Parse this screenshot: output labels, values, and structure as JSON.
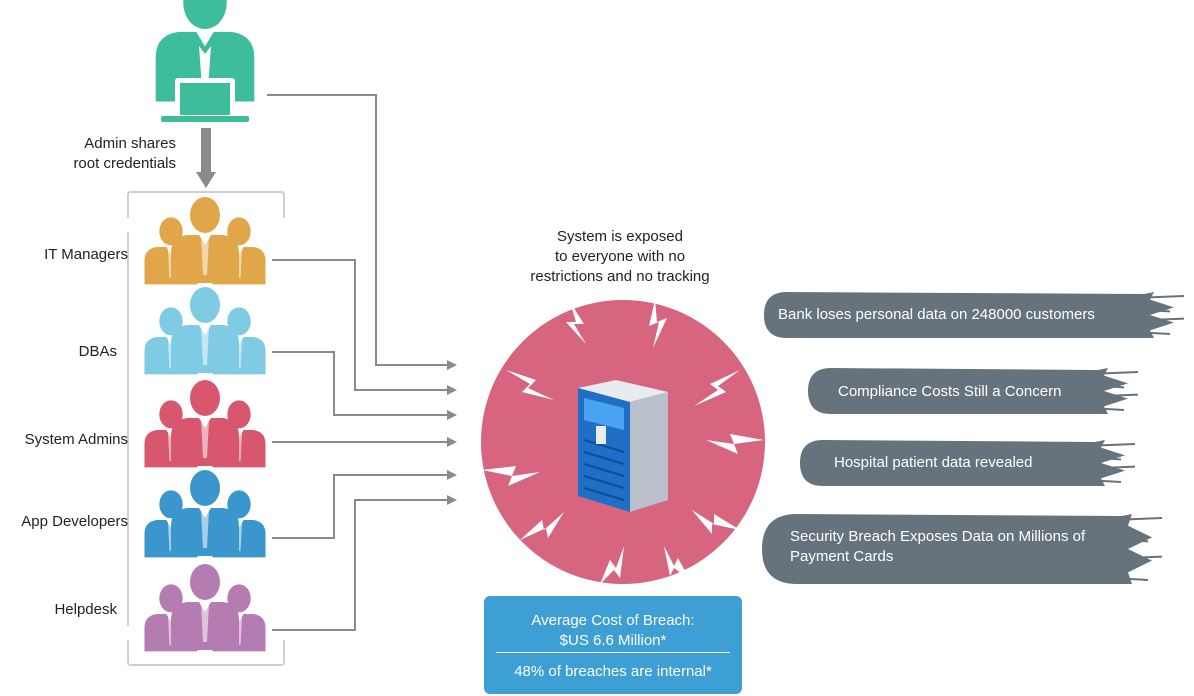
{
  "admin_label": [
    "Admin shares",
    "root credentials"
  ],
  "groups": [
    {
      "name": "IT Managers",
      "color": "#e2a64a"
    },
    {
      "name": "DBAs",
      "color": "#7ecbe3"
    },
    {
      "name": "System Admins",
      "color": "#d9566f"
    },
    {
      "name": "App Developers",
      "color": "#3a96cc"
    },
    {
      "name": "Helpdesk",
      "color": "#b47cb0"
    }
  ],
  "admin_color": "#3dbd9b",
  "exposure_label": [
    "System is exposed",
    "to everyone with no",
    "restrictions and no tracking"
  ],
  "exposure_color": "#d8657f",
  "headlines": [
    {
      "text": [
        "Bank loses personal data on 248000 customers"
      ]
    },
    {
      "text": [
        "Compliance Costs Still a Concern"
      ]
    },
    {
      "text": [
        "Hospital patient data revealed"
      ]
    },
    {
      "text": [
        "Security Breach Exposes Data on Millions of",
        "Payment Cards"
      ]
    }
  ],
  "headline_color": "#67737c",
  "cost_box": {
    "line1": "Average Cost of Breach:",
    "line1b": "$US 6.6 Million*",
    "line2": "48% of breaches are internal*"
  }
}
